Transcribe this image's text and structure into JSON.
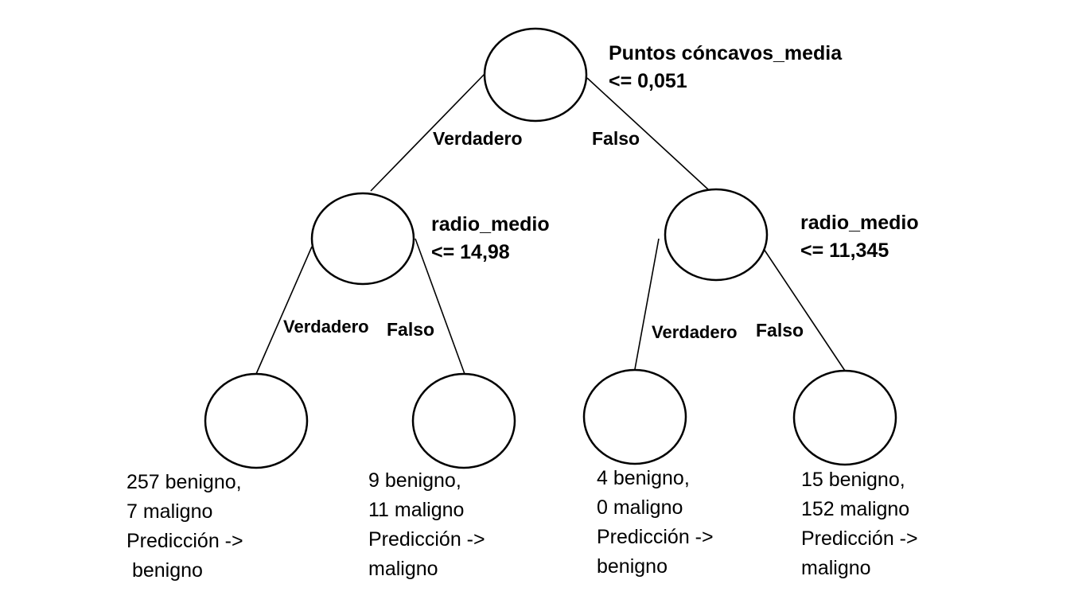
{
  "nodes": {
    "root": {
      "feature": "Puntos cóncavos_media",
      "threshold": "<= 0,051",
      "true_label": "Verdadero",
      "false_label": "Falso"
    },
    "left": {
      "feature": "radio_medio",
      "threshold": "<= 14,98",
      "true_label": "Verdadero",
      "false_label": "Falso"
    },
    "right": {
      "feature": "radio_medio",
      "threshold": "<= 11,345",
      "true_label": "Verdadero",
      "false_label": "Falso"
    }
  },
  "leaves": [
    {
      "benign": "257 benigno,",
      "malignant": "7 maligno",
      "prediction_label": "Predicción ->",
      "prediction": " benigno"
    },
    {
      "benign": "9 benigno,",
      "malignant": "11 maligno",
      "prediction_label": "Predicción ->",
      "prediction": "maligno"
    },
    {
      "benign": "4 benigno,",
      "malignant": "0 maligno",
      "prediction_label": "Predicción ->",
      "prediction": "benigno"
    },
    {
      "benign": "15 benigno,",
      "malignant": "152 maligno",
      "prediction_label": "Predicción ->",
      "prediction": "maligno"
    }
  ]
}
